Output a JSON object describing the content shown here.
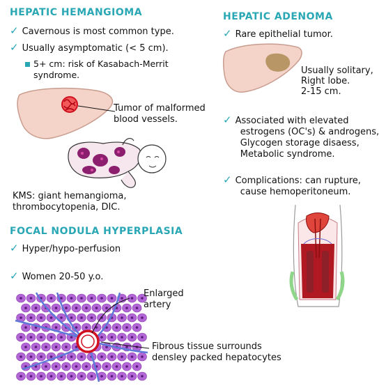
{
  "hemangioma": {
    "title": "HEPATIC HEMANGIOMA",
    "bullet1": "Cavernous is most common type.",
    "bullet2": "Usually asymptomatic (< 5 cm).",
    "sub_line1": "5+ cm: risk of Kasabach-Merrit",
    "sub_line2": "syndrome.",
    "tumor_line1": "Tumor of malformed",
    "tumor_line2": "blood vessels.",
    "kms_line1": "KMS: giant hemangioma,",
    "kms_line2": "thrombocytopenia, DIC."
  },
  "adenoma": {
    "title": "HEPATIC ADENOMA",
    "bullet1": "Rare epithelial tumor.",
    "lobe_line1": "Usually solitary,",
    "lobe_line2": "Right lobe.",
    "lobe_line3": "2-15 cm.",
    "assoc_line1": "Associated with elevated",
    "assoc_line2": "estrogens (OC's) & androgens,",
    "assoc_line3": "Glycogen storage disaess,",
    "assoc_line4": "Metabolic syndrome.",
    "comp_line1": "Complications: can rupture,",
    "comp_line2": "cause hemoperitoneum."
  },
  "fnh": {
    "title": "FOCAL NODULA HYPERPLASIA",
    "bullet1": "Hyper/hypo-perfusion",
    "bullet2": "Women 20-50 y.o.",
    "artery_line1": "Enlarged",
    "artery_line2": "artery",
    "fibrous_line1": "Fibrous tissue surrounds",
    "fibrous_line2": "densley packed hepatocytes"
  },
  "colors": {
    "accent": "#2aa7b5",
    "liver": "#f4d3c8",
    "tumor": "#e0202a",
    "adenoma": "#b99666",
    "hepatocyte": "#b266d6",
    "fibrous": "#5e79d8"
  }
}
